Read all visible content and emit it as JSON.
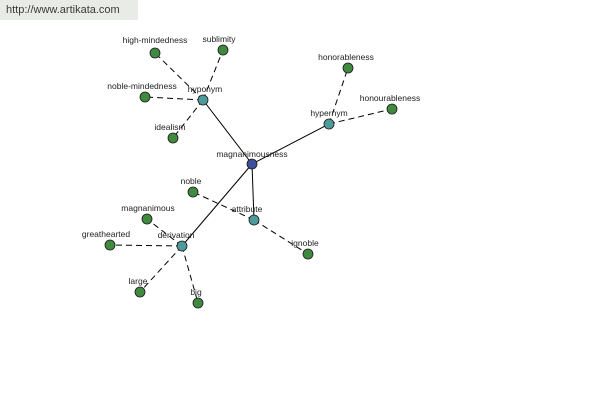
{
  "watermark": "http://www.artikata.com",
  "colors": {
    "center_node": "#3b4f9c",
    "relation_node": "#4f9a9a",
    "leaf_node": "#3f8a3f",
    "edge": "#000000"
  },
  "graph": {
    "center": "magnanimousness",
    "relations": [
      {
        "label": "hyponym",
        "terms": [
          "high-mindedness",
          "sublimity",
          "noble-mindedness",
          "idealism"
        ]
      },
      {
        "label": "hypernym",
        "terms": [
          "honorableness",
          "honourableness"
        ]
      },
      {
        "label": "attribute",
        "terms": [
          "noble",
          "ignoble"
        ]
      },
      {
        "label": "derivation",
        "terms": [
          "magnanimous",
          "greathearted",
          "large",
          "big"
        ]
      }
    ]
  }
}
